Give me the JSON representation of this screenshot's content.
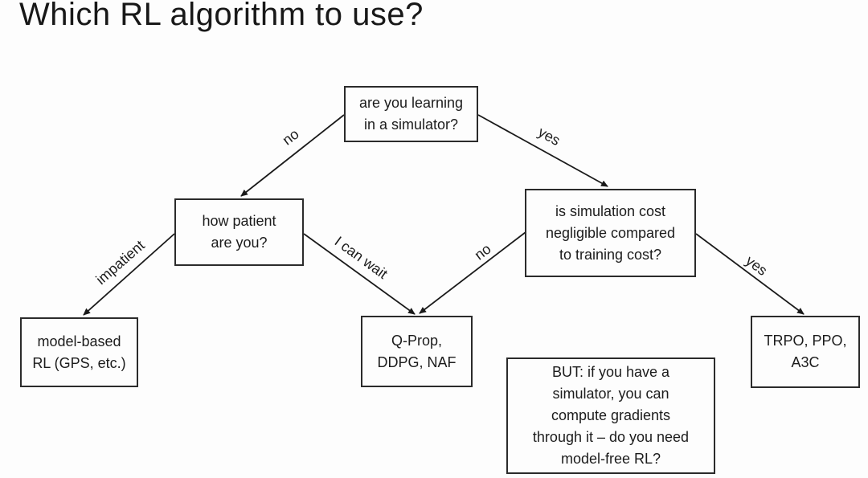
{
  "slide": {
    "title": "Which RL algorithm to use?"
  },
  "colors": {
    "background": "#fdfdfd",
    "ink": "#1c1c1c",
    "box_border": "#2b2b2b"
  },
  "flowchart": {
    "nodes": {
      "simulator_question": {
        "lines": [
          "are you learning",
          "in a simulator?"
        ]
      },
      "patience_question": {
        "lines": [
          "how patient",
          "are you?"
        ]
      },
      "sim_cost_question": {
        "lines": [
          "is simulation cost",
          "negligible compared",
          "to training cost?"
        ]
      },
      "model_based_result": {
        "lines": [
          "model-based",
          "RL (GPS, etc.)"
        ]
      },
      "qprop_result": {
        "lines": [
          "Q-Prop,",
          "DDPG, NAF"
        ]
      },
      "trpo_result": {
        "lines": [
          "TRPO, PPO,",
          "A3C"
        ]
      },
      "but_note": {
        "lines": [
          "BUT: if you have a",
          "simulator, you can",
          "compute gradients",
          "through it – do you need",
          "model-free RL?"
        ]
      }
    },
    "edge_labels": {
      "no_to_patience": "no",
      "yes_to_sim_cost": "yes",
      "impatient": "impatient",
      "i_can_wait": "I can wait",
      "no_to_qprop": "no",
      "yes_to_trpo": "yes"
    }
  }
}
